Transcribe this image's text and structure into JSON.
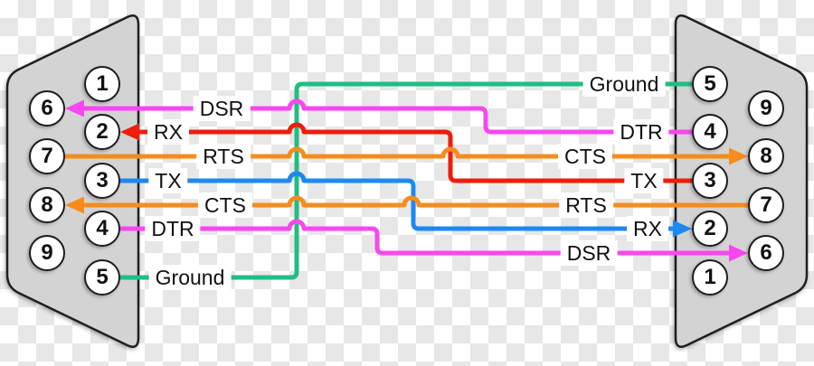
{
  "palette": {
    "checker_light": "#ffffff",
    "checker_dark": "#e7e7e7",
    "connector_fill": "#d3d3d3",
    "connector_stroke": "#1f1f1f",
    "pin_fill": "#ffffff",
    "pin_stroke": "#1d1d1d",
    "text_color": "#111111",
    "green": "#1fbe82",
    "magenta": "#f847f0",
    "red": "#ee1d0c",
    "orange": "#f78c1d",
    "blue": "#1e88f2"
  },
  "left_connector": {
    "pins": [
      {
        "number": "1"
      },
      {
        "number": "2"
      },
      {
        "number": "3"
      },
      {
        "number": "4"
      },
      {
        "number": "5"
      },
      {
        "number": "6"
      },
      {
        "number": "7"
      },
      {
        "number": "8"
      },
      {
        "number": "9"
      }
    ]
  },
  "right_connector": {
    "pins": [
      {
        "number": "5"
      },
      {
        "number": "4"
      },
      {
        "number": "3"
      },
      {
        "number": "2"
      },
      {
        "number": "1"
      },
      {
        "number": "9"
      },
      {
        "number": "8"
      },
      {
        "number": "7"
      },
      {
        "number": "6"
      }
    ]
  },
  "wires": [
    {
      "id": "ground",
      "color": "#1fbe82",
      "left_label": "Ground",
      "right_label": "Ground",
      "left_pin": "5",
      "right_pin": "5"
    },
    {
      "id": "dsr-dtr",
      "color": "#f847f0",
      "left_label": "DSR",
      "right_label": "DTR",
      "left_pin": "6",
      "right_pin": "4"
    },
    {
      "id": "rx-tx",
      "color": "#ee1d0c",
      "left_label": "RX",
      "right_label": "TX",
      "left_pin": "2",
      "right_pin": "3"
    },
    {
      "id": "rts-cts",
      "color": "#f78c1d",
      "left_label": "RTS",
      "right_label": "CTS",
      "left_pin": "7",
      "right_pin": "8"
    },
    {
      "id": "tx-rx",
      "color": "#1e88f2",
      "left_label": "TX",
      "right_label": "RX",
      "left_pin": "3",
      "right_pin": "2"
    },
    {
      "id": "cts-rts",
      "color": "#f78c1d",
      "left_label": "CTS",
      "right_label": "RTS",
      "left_pin": "8",
      "right_pin": "7"
    },
    {
      "id": "dtr-dsr",
      "color": "#f847f0",
      "left_label": "DTR",
      "right_label": "DSR",
      "left_pin": "4",
      "right_pin": "6"
    }
  ]
}
